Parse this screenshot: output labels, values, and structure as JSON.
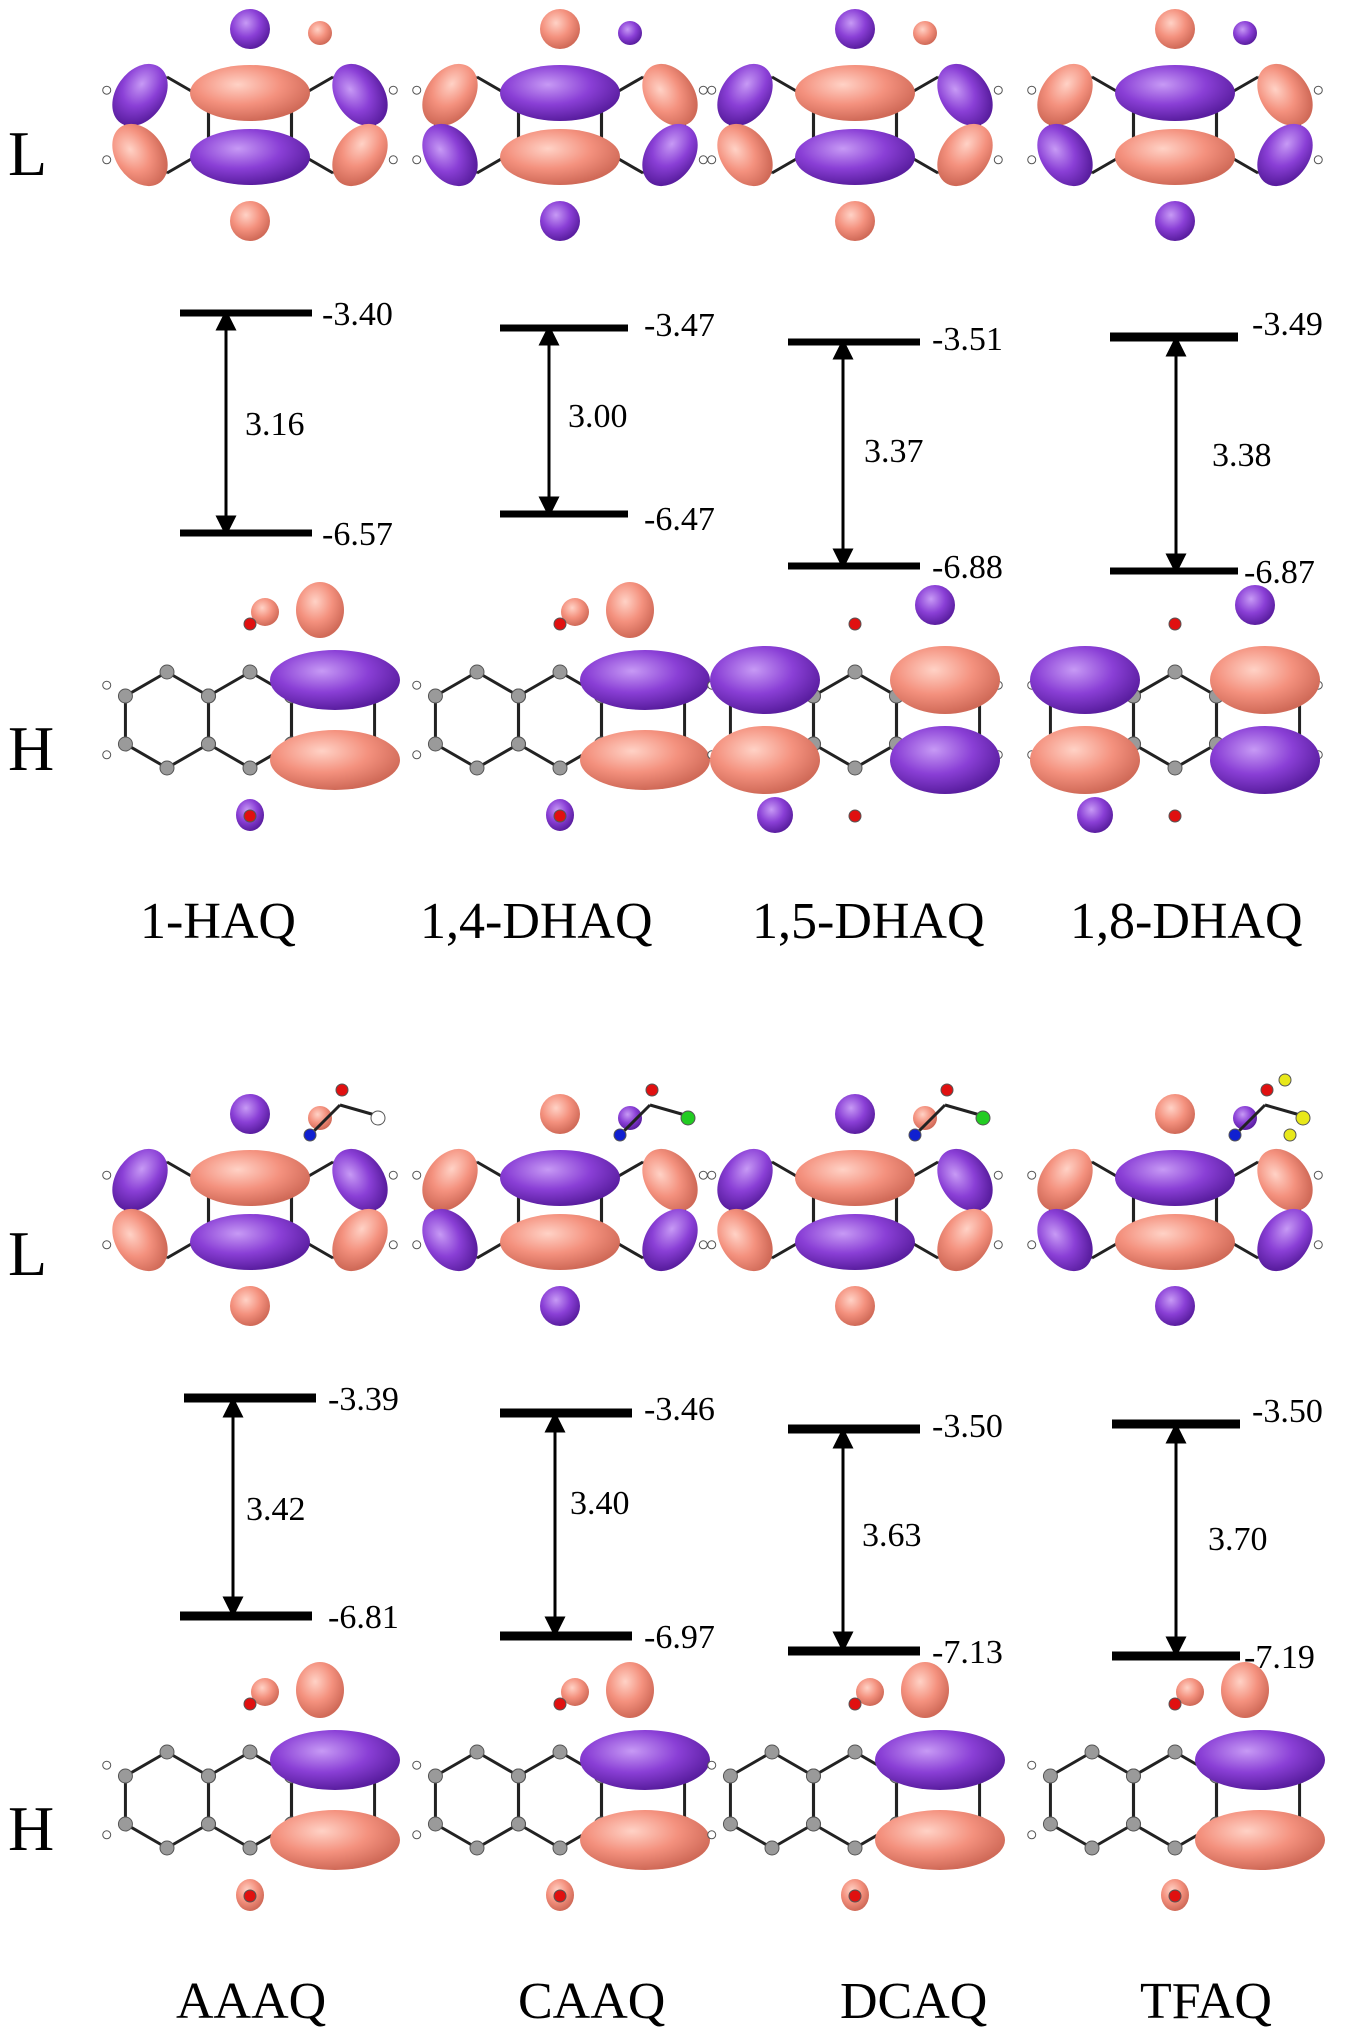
{
  "colors": {
    "lobe_positive": "#f4917e",
    "lobe_negative": "#8a3fd6",
    "atom_carbon": "#9a9a9a",
    "atom_oxygen": "#e01010",
    "atom_nitrogen": "#1020d0",
    "atom_chlorine": "#22cc22",
    "atom_fluorine": "#e8e81a",
    "atom_hydrogen": "#ffffff",
    "level_line": "#000000"
  },
  "panels": [
    {
      "lumo_label": "L",
      "homo_label": "H",
      "molecules": [
        {
          "name": "1-HAQ",
          "lumo": "-3.40",
          "homo": "-6.57",
          "gap": "3.16",
          "substituent": "oh"
        },
        {
          "name": "1,4-DHAQ",
          "lumo": "-3.47",
          "homo": "-6.47",
          "gap": "3.00",
          "substituent": "oh"
        },
        {
          "name": "1,5-DHAQ",
          "lumo": "-3.51",
          "homo": "-6.88",
          "gap": "3.37",
          "substituent": "oh"
        },
        {
          "name": "1,8-DHAQ",
          "lumo": "-3.49",
          "homo": "-6.87",
          "gap": "3.38",
          "substituent": "oh"
        }
      ]
    },
    {
      "lumo_label": "L",
      "homo_label": "H",
      "molecules": [
        {
          "name": "AAAQ",
          "lumo": "-3.39",
          "homo": "-6.81",
          "gap": "3.42",
          "substituent": "ch3"
        },
        {
          "name": "CAAQ",
          "lumo": "-3.46",
          "homo": "-6.97",
          "gap": "3.40",
          "substituent": "cl"
        },
        {
          "name": "DCAQ",
          "lumo": "-3.50",
          "homo": "-7.13",
          "gap": "3.63",
          "substituent": "cl2"
        },
        {
          "name": "TFAQ",
          "lumo": "-3.50",
          "homo": "-7.19",
          "gap": "3.70",
          "substituent": "f3"
        }
      ]
    }
  ]
}
